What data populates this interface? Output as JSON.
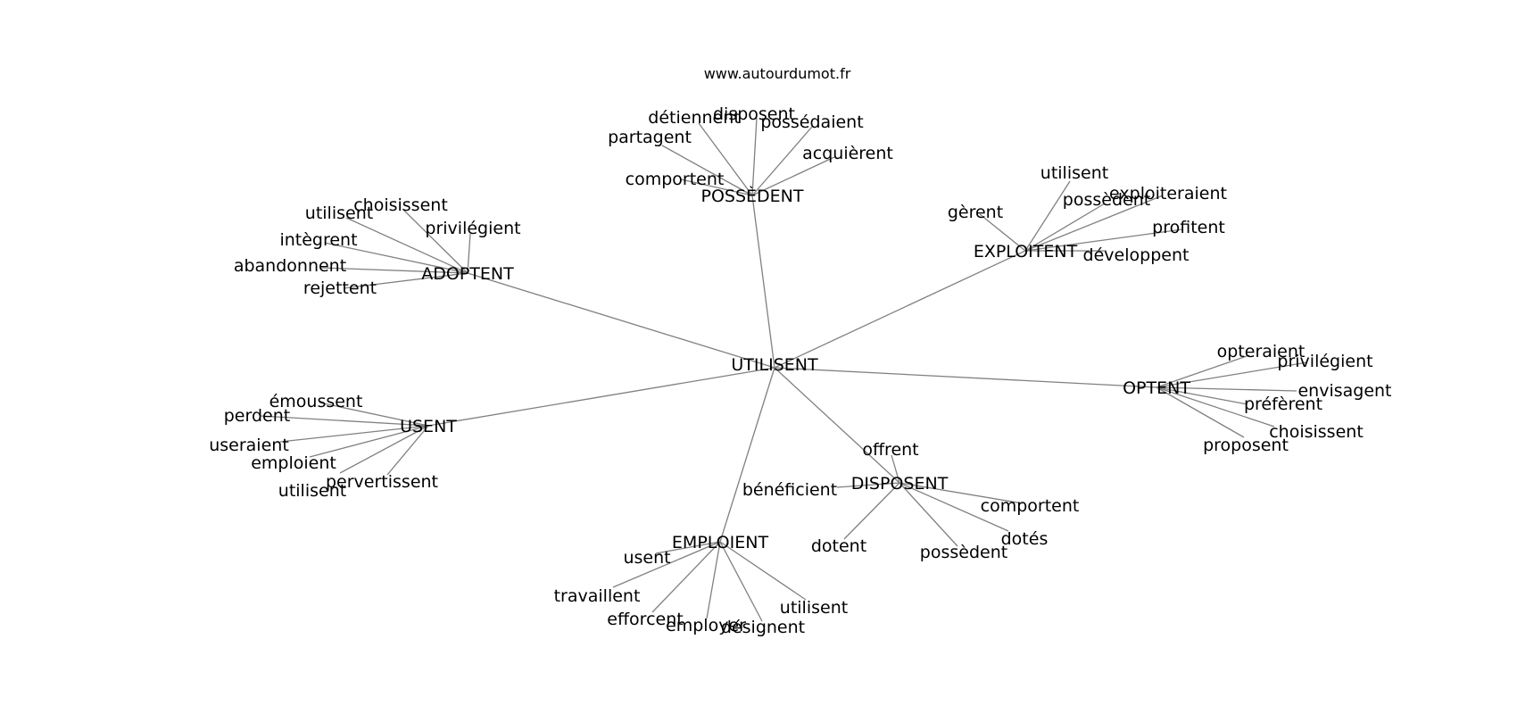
{
  "site": "www.autourdumot.fr",
  "center": "UTILISENT",
  "groups": [
    {
      "hub": "POSSÈDENT",
      "words": [
        "détiennent",
        "disposent",
        "possédaient",
        "partagent",
        "acquièrent",
        "comportent"
      ]
    },
    {
      "hub": "EXPLOITENT",
      "words": [
        "utilisent",
        "gèrent",
        "possèdent",
        "exploiteraient",
        "profitent",
        "développent"
      ]
    },
    {
      "hub": "ADOPTENT",
      "words": [
        "choisissent",
        "utilisent",
        "privilégient",
        "intègrent",
        "abandonnent",
        "rejettent"
      ]
    },
    {
      "hub": "OPTENT",
      "words": [
        "opteraient",
        "privilégient",
        "envisagent",
        "préfèrent",
        "choisissent",
        "proposent"
      ]
    },
    {
      "hub": "USENT",
      "words": [
        "émoussent",
        "perdent",
        "useraient",
        "emploient",
        "utilisent",
        "pervertissent"
      ]
    },
    {
      "hub": "DISPOSENT",
      "words": [
        "offrent",
        "bénéficient",
        "comportent",
        "dotés",
        "dotent",
        "possèdent"
      ]
    },
    {
      "hub": "EMPLOIENT",
      "words": [
        "usent",
        "travaillent",
        "efforcent",
        "employer",
        "désignent",
        "utilisent"
      ]
    }
  ]
}
